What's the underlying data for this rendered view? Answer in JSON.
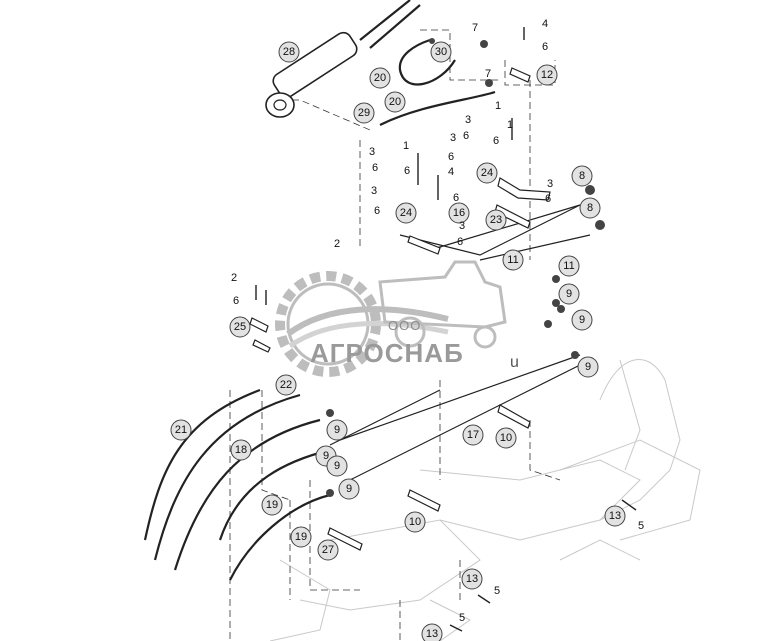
{
  "callouts": [
    {
      "id": "c28",
      "label": "28",
      "circled": true
    },
    {
      "id": "c30",
      "label": "30",
      "circled": true
    },
    {
      "id": "c20a",
      "label": "20",
      "circled": true
    },
    {
      "id": "c20b",
      "label": "20",
      "circled": true
    },
    {
      "id": "c29",
      "label": "29",
      "circled": true
    },
    {
      "id": "c12",
      "label": "12",
      "circled": true
    },
    {
      "id": "c24a",
      "label": "24",
      "circled": true
    },
    {
      "id": "c24b",
      "label": "24",
      "circled": true
    },
    {
      "id": "c23",
      "label": "23",
      "circled": true
    },
    {
      "id": "c16",
      "label": "16",
      "circled": true
    },
    {
      "id": "c11a",
      "label": "11",
      "circled": true
    },
    {
      "id": "c11b",
      "label": "11",
      "circled": true
    },
    {
      "id": "c25",
      "label": "25",
      "circled": true
    },
    {
      "id": "c22",
      "label": "22",
      "circled": true
    },
    {
      "id": "c21",
      "label": "21",
      "circled": true
    },
    {
      "id": "c18",
      "label": "18",
      "circled": true
    },
    {
      "id": "c19a",
      "label": "19",
      "circled": true
    },
    {
      "id": "c19b",
      "label": "19",
      "circled": true
    },
    {
      "id": "c17",
      "label": "17",
      "circled": true
    },
    {
      "id": "c10a",
      "label": "10",
      "circled": true
    },
    {
      "id": "c10b",
      "label": "10",
      "circled": true
    },
    {
      "id": "c27",
      "label": "27",
      "circled": true
    },
    {
      "id": "c13a",
      "label": "13",
      "circled": true
    },
    {
      "id": "c13b",
      "label": "13",
      "circled": true
    },
    {
      "id": "c13c",
      "label": "13",
      "circled": true
    },
    {
      "id": "c9a",
      "label": "9",
      "circled": true
    },
    {
      "id": "c9b",
      "label": "9",
      "circled": true
    },
    {
      "id": "c9c",
      "label": "9",
      "circled": true
    },
    {
      "id": "c9d",
      "label": "9",
      "circled": true
    },
    {
      "id": "c9e",
      "label": "9",
      "circled": true
    },
    {
      "id": "c9f",
      "label": "9",
      "circled": true
    },
    {
      "id": "c9g",
      "label": "9",
      "circled": true
    },
    {
      "id": "c8a",
      "label": "8",
      "circled": true
    },
    {
      "id": "c8b",
      "label": "8",
      "circled": true
    },
    {
      "id": "c7a",
      "label": "7",
      "circled": false
    },
    {
      "id": "c7b",
      "label": "7",
      "circled": false
    },
    {
      "id": "c4a",
      "label": "4",
      "circled": false
    },
    {
      "id": "c4b",
      "label": "4",
      "circled": false
    },
    {
      "id": "c6a",
      "label": "6",
      "circled": false
    },
    {
      "id": "c6b",
      "label": "6",
      "circled": false
    },
    {
      "id": "c6c",
      "label": "6",
      "circled": false
    },
    {
      "id": "c6d",
      "label": "6",
      "circled": false
    },
    {
      "id": "c6e",
      "label": "6",
      "circled": false
    },
    {
      "id": "c6f",
      "label": "6",
      "circled": false
    },
    {
      "id": "c6g",
      "label": "6",
      "circled": false
    },
    {
      "id": "c6h",
      "label": "6",
      "circled": false
    },
    {
      "id": "c6i",
      "label": "6",
      "circled": false
    },
    {
      "id": "c6j",
      "label": "6",
      "circled": false
    },
    {
      "id": "c6k",
      "label": "6",
      "circled": false
    },
    {
      "id": "c1a",
      "label": "1",
      "circled": false
    },
    {
      "id": "c1b",
      "label": "1",
      "circled": false
    },
    {
      "id": "c1c",
      "label": "1",
      "circled": false
    },
    {
      "id": "c3a",
      "label": "3",
      "circled": false
    },
    {
      "id": "c3b",
      "label": "3",
      "circled": false
    },
    {
      "id": "c3c",
      "label": "3",
      "circled": false
    },
    {
      "id": "c3d",
      "label": "3",
      "circled": false
    },
    {
      "id": "c3e",
      "label": "3",
      "circled": false
    },
    {
      "id": "c3f",
      "label": "3",
      "circled": false
    },
    {
      "id": "c2a",
      "label": "2",
      "circled": false
    },
    {
      "id": "c2b",
      "label": "2",
      "circled": false
    },
    {
      "id": "c5a",
      "label": "5",
      "circled": false
    },
    {
      "id": "c5b",
      "label": "5",
      "circled": false
    },
    {
      "id": "c5c",
      "label": "5",
      "circled": false
    }
  ],
  "watermark": {
    "company_prefix": "ООО",
    "company_name": "АГРОСНАБ",
    "suffix": "u"
  }
}
